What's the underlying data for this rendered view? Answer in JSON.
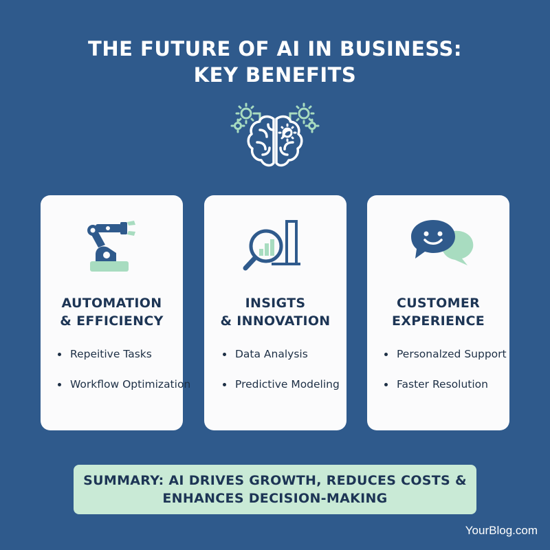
{
  "title": {
    "line1": "THE FUTURE OF AI IN BUSINESS:",
    "line2": "KEY BENEFITS"
  },
  "icons": {
    "header": "brain-gears-icon",
    "card1": "robotic-arm-icon",
    "card2": "magnifier-chart-icon",
    "card3": "chat-bubbles-icon"
  },
  "colors": {
    "background": "#2f5a8c",
    "card": "#fbfbfc",
    "accent_mint": "#a8dcc0",
    "summary_bg": "#c9ead6",
    "text_dark": "#1d3555"
  },
  "cards": [
    {
      "heading_line1": "AUTOMATION",
      "heading_line2": "& EFFICIENCY",
      "bullets": [
        "Repeitive Tasks",
        "Workflow Optimization"
      ]
    },
    {
      "heading_line1": "INSIGTS",
      "heading_line2": "& INNOVATION",
      "bullets": [
        "Data Analysis",
        "Predictive Modeling"
      ]
    },
    {
      "heading_line1": "CUSTOMER",
      "heading_line2": "EXPERIENCE",
      "bullets": [
        "Personalzed Support",
        "Faster Resolution"
      ]
    }
  ],
  "summary": {
    "line1": "SUMMARY: AI DRIVES GROWTH, REDUCES COSTS &",
    "line2": "ENHANCES DECISION-MAKING"
  },
  "footer": "YourBlog.com"
}
